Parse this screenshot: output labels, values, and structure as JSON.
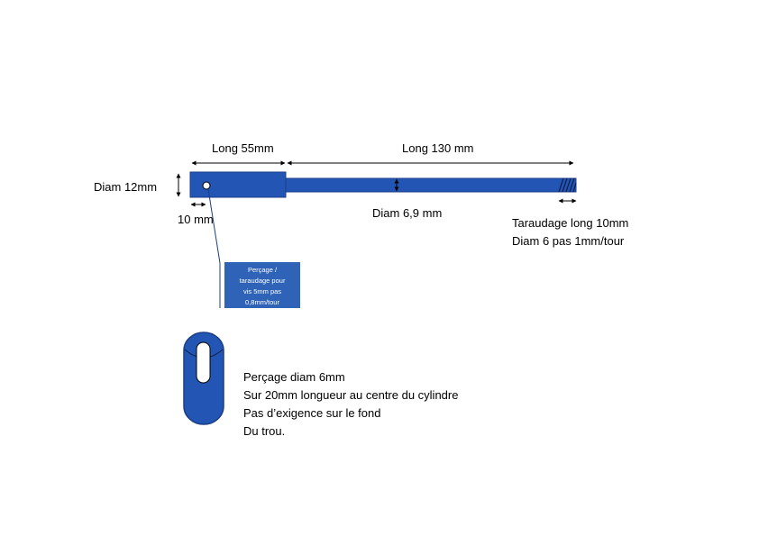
{
  "colors": {
    "part": "#2356B4",
    "part_stroke": "#1B3F86",
    "callout_bg": "#2E63B8",
    "line": "#000000"
  },
  "labels": {
    "long_55": "Long 55mm",
    "long_130": "Long 130 mm",
    "diam_12": "Diam 12mm",
    "ten_mm": "10 mm",
    "diam_6_9": "Diam 6,9 mm",
    "taraudage_1": "Taraudage long 10mm",
    "taraudage_2": "Diam 6 pas 1mm/tour"
  },
  "callout": {
    "lines": [
      "Perçage /",
      "taraudage pour",
      "vis 5mm pas",
      "0,8mm/tour"
    ]
  },
  "notes": {
    "lines": [
      "Perçage diam 6mm",
      "Sur 20mm longueur au centre du cylindre",
      "Pas d’exigence sur le fond",
      "Du trou."
    ]
  }
}
